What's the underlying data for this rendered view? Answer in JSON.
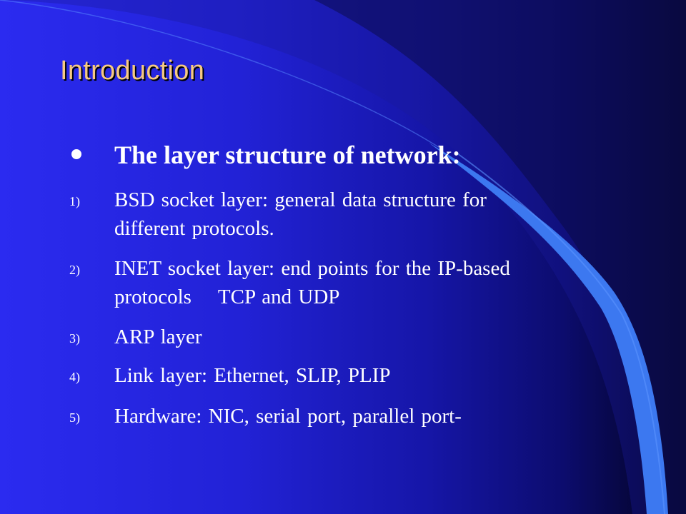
{
  "slide": {
    "title": "Introduction",
    "heading": "The layer structure of network:",
    "items": [
      {
        "number": "1)",
        "lines": [
          "BSD socket layer: general data structure for",
          "different protocols."
        ]
      },
      {
        "number": "2)",
        "lines": [
          "INET socket layer: end points for the IP-based",
          "protocols    TCP and UDP"
        ]
      },
      {
        "number": "3)",
        "lines": [
          "ARP layer"
        ]
      },
      {
        "number": "4)",
        "lines": [
          "Link layer: Ethernet, SLIP, PLIP"
        ]
      },
      {
        "number": "5)",
        "lines": [
          "Hardware: NIC, serial port, parallel port-"
        ]
      }
    ]
  },
  "colors": {
    "title": "#f6c983",
    "text": "#ffffff",
    "background": "#2424e0",
    "swoosh": "#3c78f0"
  }
}
